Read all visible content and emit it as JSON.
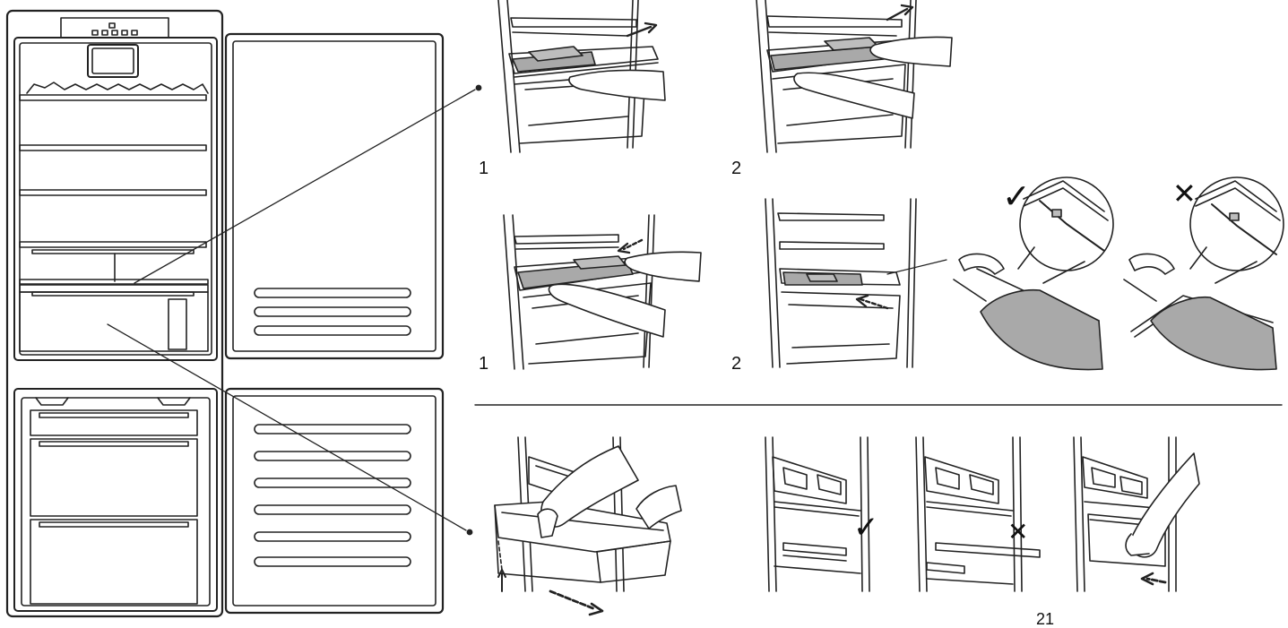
{
  "steps": {
    "shelf_remove_1": "1",
    "shelf_remove_2": "2",
    "shelf_insert_1": "1",
    "shelf_insert_2": "2"
  },
  "marks": {
    "correct": "✓",
    "incorrect": "✕"
  },
  "page_number": "21",
  "colors": {
    "line": "#222222",
    "shelf_fill": "#bdbdbd",
    "glass_fill": "#a9a9a9",
    "background": "#ffffff"
  }
}
